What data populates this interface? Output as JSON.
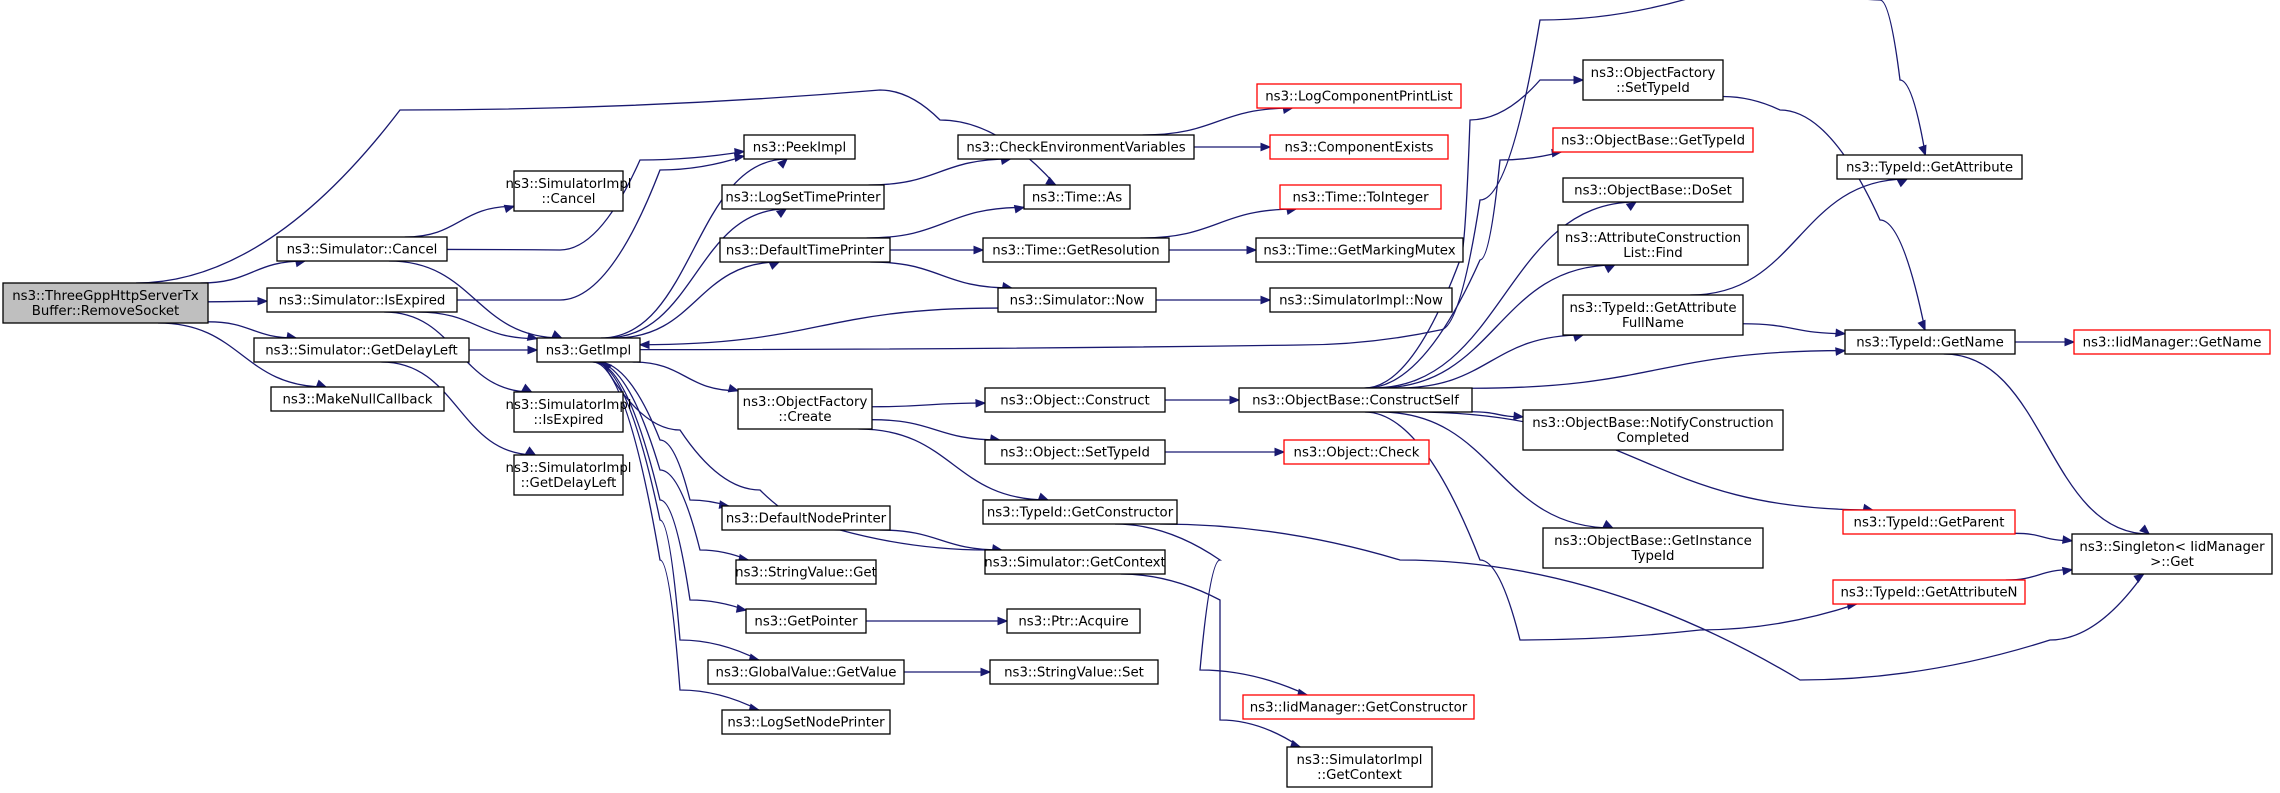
{
  "graph": {
    "colors": {
      "edge": "#191970",
      "node_border": "#000000",
      "truncated_border": "#ff0000",
      "root_fill": "#bfbfbf",
      "background": "#ffffff"
    },
    "nodes": [
      {
        "id": "root",
        "lines": [
          "ns3::ThreeGppHttpServerTx",
          "Buffer::RemoveSocket"
        ],
        "root": true
      },
      {
        "id": "simCancel",
        "lines": [
          "ns3::Simulator::Cancel"
        ]
      },
      {
        "id": "simIsExpired",
        "lines": [
          "ns3::Simulator::IsExpired"
        ]
      },
      {
        "id": "simGetDelayLeft",
        "lines": [
          "ns3::Simulator::GetDelayLeft"
        ]
      },
      {
        "id": "makeNullCallback",
        "lines": [
          "ns3::MakeNullCallback"
        ]
      },
      {
        "id": "implCancel",
        "lines": [
          "ns3::SimulatorImpl",
          "::Cancel"
        ]
      },
      {
        "id": "getImpl",
        "lines": [
          "ns3::GetImpl"
        ]
      },
      {
        "id": "implIsExpired",
        "lines": [
          "ns3::SimulatorImpl",
          "::IsExpired"
        ]
      },
      {
        "id": "implGetDelayLeft",
        "lines": [
          "ns3::SimulatorImpl",
          "::GetDelayLeft"
        ]
      },
      {
        "id": "peekImpl",
        "lines": [
          "ns3::PeekImpl"
        ]
      },
      {
        "id": "logSetTimePrinter",
        "lines": [
          "ns3::LogSetTimePrinter"
        ]
      },
      {
        "id": "defaultTimePrinter",
        "lines": [
          "ns3::DefaultTimePrinter"
        ]
      },
      {
        "id": "objFactoryCreate",
        "lines": [
          "ns3::ObjectFactory",
          "::Create"
        ]
      },
      {
        "id": "defaultNodePrinter",
        "lines": [
          "ns3::DefaultNodePrinter"
        ]
      },
      {
        "id": "stringValueGet",
        "lines": [
          "ns3::StringValue::Get"
        ]
      },
      {
        "id": "getPointer",
        "lines": [
          "ns3::GetPointer"
        ]
      },
      {
        "id": "globalValueGetValue",
        "lines": [
          "ns3::GlobalValue::GetValue"
        ]
      },
      {
        "id": "logSetNodePrinter",
        "lines": [
          "ns3::LogSetNodePrinter"
        ]
      },
      {
        "id": "checkEnvVars",
        "lines": [
          "ns3::CheckEnvironmentVariables"
        ]
      },
      {
        "id": "timeAs",
        "lines": [
          "ns3::Time::As"
        ]
      },
      {
        "id": "timeGetResolution",
        "lines": [
          "ns3::Time::GetResolution"
        ]
      },
      {
        "id": "simNow",
        "lines": [
          "ns3::Simulator::Now"
        ]
      },
      {
        "id": "objConstruct",
        "lines": [
          "ns3::Object::Construct"
        ]
      },
      {
        "id": "objSetTypeId",
        "lines": [
          "ns3::Object::SetTypeId"
        ]
      },
      {
        "id": "typeIdGetConstructor",
        "lines": [
          "ns3::TypeId::GetConstructor"
        ]
      },
      {
        "id": "simGetContext",
        "lines": [
          "ns3::Simulator::GetContext"
        ]
      },
      {
        "id": "ptrAcquire",
        "lines": [
          "ns3::Ptr::Acquire"
        ]
      },
      {
        "id": "stringValueSet",
        "lines": [
          "ns3::StringValue::Set"
        ]
      },
      {
        "id": "logComponentPrintList",
        "lines": [
          "ns3::LogComponentPrintList"
        ],
        "truncated": true
      },
      {
        "id": "componentExists",
        "lines": [
          "ns3::ComponentExists"
        ],
        "truncated": true
      },
      {
        "id": "timeToInteger",
        "lines": [
          "ns3::Time::ToInteger"
        ],
        "truncated": true
      },
      {
        "id": "timeGetMarkingMutex",
        "lines": [
          "ns3::Time::GetMarkingMutex"
        ]
      },
      {
        "id": "implNow",
        "lines": [
          "ns3::SimulatorImpl::Now"
        ]
      },
      {
        "id": "objBaseConstructSelf",
        "lines": [
          "ns3::ObjectBase::ConstructSelf"
        ]
      },
      {
        "id": "objectCheck",
        "lines": [
          "ns3::Object::Check"
        ],
        "truncated": true
      },
      {
        "id": "iidGetConstructor",
        "lines": [
          "ns3::IidManager::GetConstructor"
        ],
        "truncated": true
      },
      {
        "id": "implGetContext",
        "lines": [
          "ns3::SimulatorImpl",
          "::GetContext"
        ]
      },
      {
        "id": "objFactorySetTypeId",
        "lines": [
          "ns3::ObjectFactory",
          "::SetTypeId"
        ]
      },
      {
        "id": "objBaseGetTypeId",
        "lines": [
          "ns3::ObjectBase::GetTypeId"
        ],
        "truncated": true
      },
      {
        "id": "objBaseDoSet",
        "lines": [
          "ns3::ObjectBase::DoSet"
        ]
      },
      {
        "id": "attrConstructionFind",
        "lines": [
          "ns3::AttributeConstruction",
          "List::Find"
        ]
      },
      {
        "id": "typeIdGetAttrFullName",
        "lines": [
          "ns3::TypeId::GetAttribute",
          "FullName"
        ]
      },
      {
        "id": "objBaseNotifyConstruction",
        "lines": [
          "ns3::ObjectBase::NotifyConstruction",
          "Completed"
        ]
      },
      {
        "id": "objBaseGetInstanceTypeId",
        "lines": [
          "ns3::ObjectBase::GetInstance",
          "TypeId"
        ]
      },
      {
        "id": "typeIdGetAttribute",
        "lines": [
          "ns3::TypeId::GetAttribute"
        ]
      },
      {
        "id": "typeIdGetName",
        "lines": [
          "ns3::TypeId::GetName"
        ]
      },
      {
        "id": "typeIdGetParent",
        "lines": [
          "ns3::TypeId::GetParent"
        ],
        "truncated": true
      },
      {
        "id": "typeIdGetAttributeN",
        "lines": [
          "ns3::TypeId::GetAttributeN"
        ],
        "truncated": true
      },
      {
        "id": "iidGetName",
        "lines": [
          "ns3::IidManager::GetName"
        ],
        "truncated": true
      },
      {
        "id": "singletonGet",
        "lines": [
          "ns3::Singleton< IidManager",
          ">::Get"
        ]
      }
    ],
    "edges": [
      [
        "root",
        "simCancel"
      ],
      [
        "root",
        "simIsExpired"
      ],
      [
        "root",
        "simGetDelayLeft"
      ],
      [
        "root",
        "makeNullCallback"
      ],
      [
        "root",
        "timeAs"
      ],
      [
        "simCancel",
        "implCancel"
      ],
      [
        "simCancel",
        "getImpl"
      ],
      [
        "simCancel",
        "peekImpl"
      ],
      [
        "simIsExpired",
        "getImpl"
      ],
      [
        "simIsExpired",
        "implIsExpired"
      ],
      [
        "simIsExpired",
        "peekImpl"
      ],
      [
        "simGetDelayLeft",
        "getImpl"
      ],
      [
        "simGetDelayLeft",
        "implGetDelayLeft"
      ],
      [
        "getImpl",
        "peekImpl"
      ],
      [
        "getImpl",
        "logSetTimePrinter"
      ],
      [
        "getImpl",
        "defaultTimePrinter"
      ],
      [
        "getImpl",
        "objFactoryCreate"
      ],
      [
        "getImpl",
        "defaultNodePrinter"
      ],
      [
        "getImpl",
        "stringValueGet"
      ],
      [
        "getImpl",
        "getPointer"
      ],
      [
        "getImpl",
        "globalValueGetValue"
      ],
      [
        "getImpl",
        "logSetNodePrinter"
      ],
      [
        "getImpl",
        "typeIdGetAttribute"
      ],
      [
        "logSetTimePrinter",
        "checkEnvVars"
      ],
      [
        "checkEnvVars",
        "logComponentPrintList"
      ],
      [
        "checkEnvVars",
        "componentExists"
      ],
      [
        "defaultTimePrinter",
        "timeAs"
      ],
      [
        "defaultTimePrinter",
        "timeGetResolution"
      ],
      [
        "defaultTimePrinter",
        "simNow"
      ],
      [
        "timeGetResolution",
        "timeToInteger"
      ],
      [
        "timeGetResolution",
        "timeGetMarkingMutex"
      ],
      [
        "simNow",
        "getImpl"
      ],
      [
        "simNow",
        "implNow"
      ],
      [
        "objFactoryCreate",
        "objConstruct"
      ],
      [
        "objFactoryCreate",
        "objSetTypeId"
      ],
      [
        "objFactoryCreate",
        "typeIdGetConstructor"
      ],
      [
        "objConstruct",
        "objBaseConstructSelf"
      ],
      [
        "objSetTypeId",
        "objectCheck"
      ],
      [
        "typeIdGetConstructor",
        "iidGetConstructor"
      ],
      [
        "typeIdGetConstructor",
        "singletonGet"
      ],
      [
        "defaultNodePrinter",
        "simGetContext"
      ],
      [
        "simGetContext",
        "getImpl"
      ],
      [
        "simGetContext",
        "implGetContext"
      ],
      [
        "getPointer",
        "ptrAcquire"
      ],
      [
        "globalValueGetValue",
        "stringValueSet"
      ],
      [
        "objBaseConstructSelf",
        "objBaseGetTypeId"
      ],
      [
        "objBaseConstructSelf",
        "objBaseDoSet"
      ],
      [
        "objBaseConstructSelf",
        "attrConstructionFind"
      ],
      [
        "objBaseConstructSelf",
        "typeIdGetAttrFullName"
      ],
      [
        "objBaseConstructSelf",
        "typeIdGetName"
      ],
      [
        "objBaseConstructSelf",
        "objBaseNotifyConstruction"
      ],
      [
        "objBaseConstructSelf",
        "objBaseGetInstanceTypeId"
      ],
      [
        "objBaseConstructSelf",
        "typeIdGetParent"
      ],
      [
        "objBaseConstructSelf",
        "typeIdGetAttributeN"
      ],
      [
        "objBaseConstructSelf",
        "objFactorySetTypeId"
      ],
      [
        "objFactorySetTypeId",
        "typeIdGetName"
      ],
      [
        "typeIdGetAttrFullName",
        "typeIdGetAttribute"
      ],
      [
        "typeIdGetAttrFullName",
        "typeIdGetName"
      ],
      [
        "typeIdGetName",
        "iidGetName"
      ],
      [
        "typeIdGetName",
        "singletonGet"
      ],
      [
        "typeIdGetParent",
        "singletonGet"
      ],
      [
        "typeIdGetAttributeN",
        "singletonGet"
      ]
    ]
  }
}
